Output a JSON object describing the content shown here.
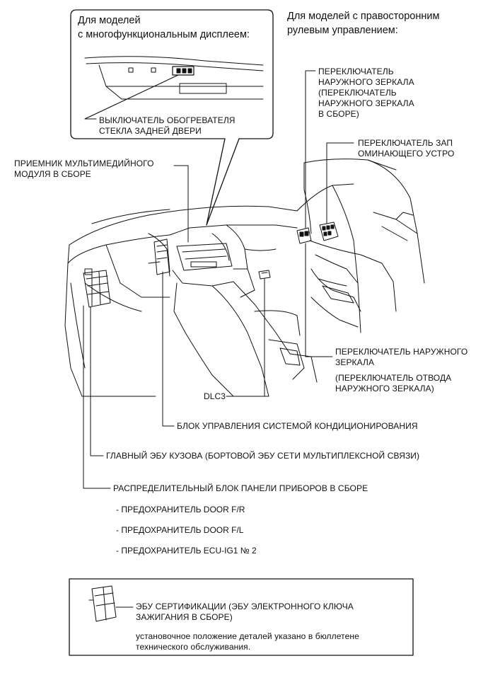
{
  "headers": {
    "multi_display_line1": "Для моделей",
    "multi_display_line2": "с многофункциональным дисплеем:",
    "rhd_line1": "Для моделей с правосторонним",
    "rhd_line2": "рулевым управлением:"
  },
  "labels": {
    "rear_defogger": "ВЫКЛЮЧАТЕЛЬ ОБОГРЕВАТЕЛЯ\nСТЕКЛА ЗАДНЕЙ ДВЕРИ",
    "multimedia": "ПРИЕМНИК МУЛЬТИМЕДИЙНОГО\nМОДУЛЯ В СБОРЕ",
    "mirror_switch_top": "ПЕРЕКЛЮЧАТЕЛЬ\nНАРУЖНОГО ЗЕРКАЛА\n(ПЕРЕКЛЮЧАТЕЛЬ\nНАРУЖНОГО ЗЕРКАЛА\nВ СБОРЕ)",
    "memory_switch": "ПЕРЕКЛЮЧАТЕЛЬ ЗАП\nОМИНАЮЩЕГО УСТРО",
    "mirror_switch_bottom": "ПЕРЕКЛЮЧАТЕЛЬ НАРУЖНОГО\nЗЕРКАЛА",
    "mirror_retract": "(ПЕРЕКЛЮЧАТЕЛЬ ОТВОДА\nНАРУЖНОГО ЗЕРКАЛА)",
    "dlc3": "DLC3",
    "ac_control": "БЛОК УПРАВЛЕНИЯ СИСТЕМОЙ КОНДИЦИОНИРОВАНИЯ",
    "body_ecu": "ГЛАВНЫЙ ЭБУ КУЗОВА (БОРТОВОЙ ЭБУ СЕТИ МУЛЬТИПЛЕКСНОЙ СВЯЗИ)",
    "junction_block": "РАСПРЕДЕЛИТЕЛЬНЫЙ БЛОК ПАНЕЛИ ПРИБОРОВ В СБОРЕ"
  },
  "fuses": [
    "- ПРЕДОХРАНИТЕЛЬ DOOR F/R",
    "- ПРЕДОХРАНИТЕЛЬ DOOR F/L",
    "- ПРЕДОХРАНИТЕЛЬ ECU-IG1 № 2"
  ],
  "note_box": {
    "ecu_label": "ЭБУ СЕРТИФИКАЦИИ (ЭБУ ЭЛЕКТРОННОГО КЛЮЧА\nЗАЖИГАНИЯ В СБОРЕ)",
    "note_text": "установочное положение деталей указано в бюллетене\nтехнического обслуживания."
  }
}
